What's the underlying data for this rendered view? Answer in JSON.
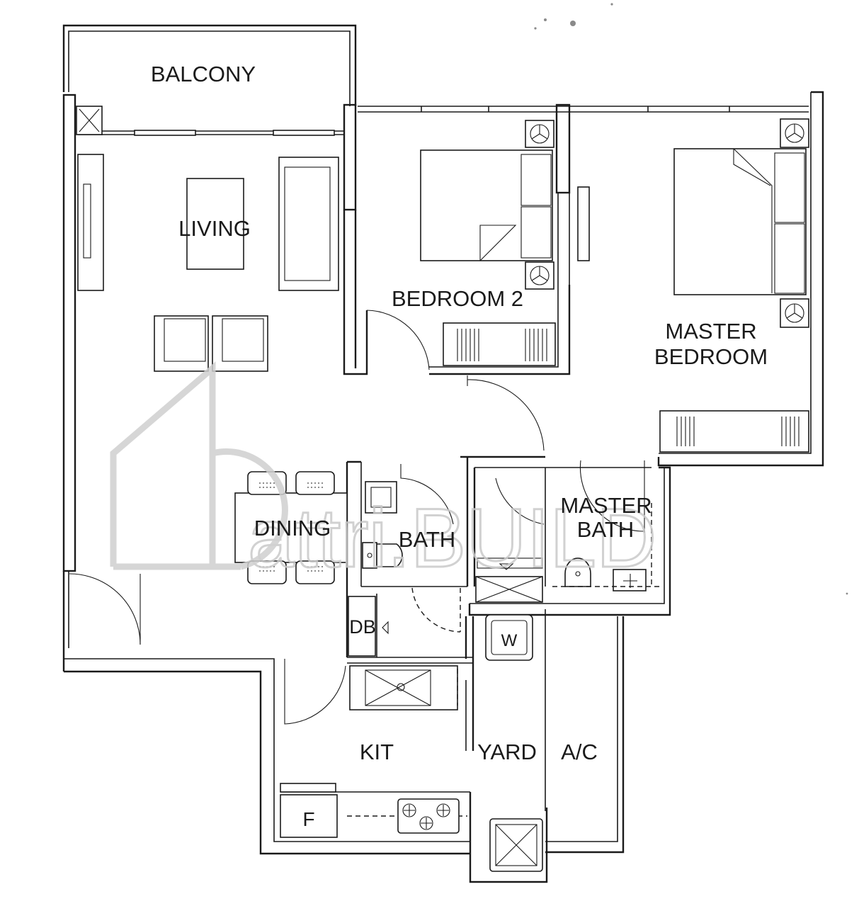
{
  "rooms": {
    "balcony": "BALCONY",
    "living": "LIVING",
    "bedroom2": "BEDROOM 2",
    "master_bedroom_line1": "MASTER",
    "master_bedroom_line2": "BEDROOM",
    "dining": "DINING",
    "bath": "BATH",
    "master_bath_line1": "MASTER",
    "master_bath_line2": "BATH",
    "db": "DB",
    "kit": "KIT",
    "yard": "YARD",
    "ac": "A/C",
    "fridge": "F",
    "washer": "W"
  },
  "watermark": {
    "text": "attri.BUILD"
  },
  "colors": {
    "line": "#1a1a1a",
    "watermark": "#c9c9c9",
    "background": "#ffffff"
  }
}
